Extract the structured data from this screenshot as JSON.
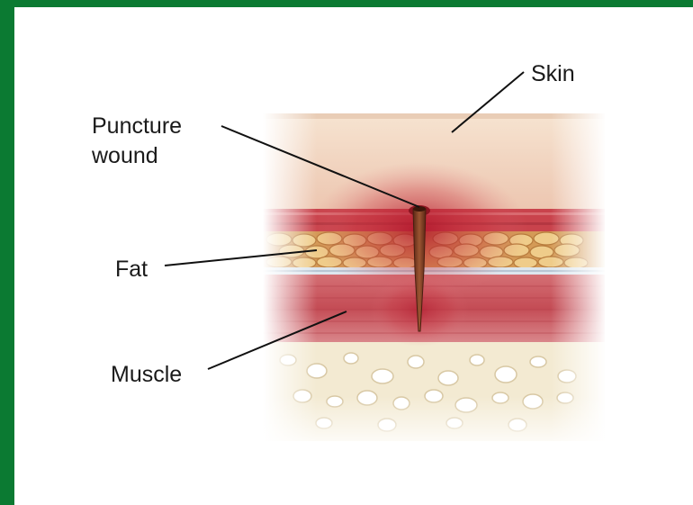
{
  "labels": {
    "skin": "Skin",
    "puncture_line1": "Puncture",
    "puncture_line2": "wound",
    "fat": "Fat",
    "muscle": "Muscle"
  },
  "colors": {
    "frame": "#0b7a32",
    "skin": "#f4ddc8",
    "wound_red": "#b51f2a",
    "fat": "#e8c37c",
    "fascia": "#dde6ee",
    "muscle": "#c9505a",
    "bone": "#f3ead2",
    "object": "#7a3a22"
  }
}
